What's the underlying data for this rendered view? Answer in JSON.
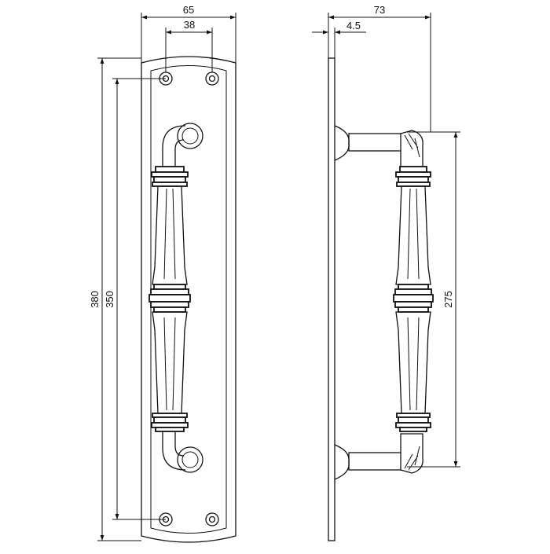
{
  "drawing": {
    "units": "mm",
    "stroke_color": "#111111",
    "background_color": "#ffffff",
    "front_view": {
      "dimensions": {
        "plate_width": "65",
        "hole_spacing": "38",
        "plate_height": "380",
        "hole_centres": "350"
      }
    },
    "side_view": {
      "dimensions": {
        "projection": "73",
        "plate_thickness": "4.5",
        "handle_centres": "275"
      }
    }
  }
}
